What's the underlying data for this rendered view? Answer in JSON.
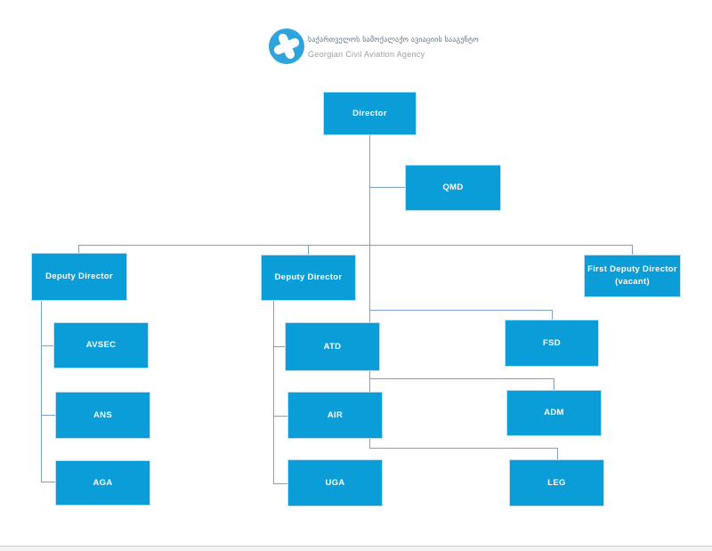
{
  "header": {
    "org_name_ka": "საქართველოს სამოქალაქო ავიაციის სააგენტო",
    "org_name_en": "Georgian Civil Aviation Agency",
    "logo_icon": "airplane-cross-icon"
  },
  "colors": {
    "node_fill": "#0A9DD8",
    "connector": "#7CA1C6",
    "logo_blue": "#2FA3DC"
  },
  "chart": {
    "type": "org-chart",
    "nodes": {
      "director": {
        "label": "Director"
      },
      "qmd": {
        "label": "QMD"
      },
      "deputy_director_left": {
        "label": "Deputy Director"
      },
      "deputy_director_middle": {
        "label": "Deputy Director"
      },
      "first_deputy_director": {
        "label": "First Deputy Director (vacant)",
        "line1": "First Deputy Director",
        "line2": "(vacant)"
      },
      "avsec": {
        "label": "AVSEC"
      },
      "ans": {
        "label": "ANS"
      },
      "aga": {
        "label": "AGA"
      },
      "atd": {
        "label": "ATD"
      },
      "air": {
        "label": "AIR"
      },
      "uga": {
        "label": "UGA"
      },
      "fsd": {
        "label": "FSD"
      },
      "adm": {
        "label": "ADM"
      },
      "leg": {
        "label": "LEG"
      }
    },
    "edges": [
      {
        "from": "director",
        "to": "qmd"
      },
      {
        "from": "director",
        "to": "deputy_director_left"
      },
      {
        "from": "director",
        "to": "deputy_director_middle"
      },
      {
        "from": "director",
        "to": "first_deputy_director"
      },
      {
        "from": "deputy_director_left",
        "to": "avsec"
      },
      {
        "from": "deputy_director_left",
        "to": "ans"
      },
      {
        "from": "deputy_director_left",
        "to": "aga"
      },
      {
        "from": "deputy_director_middle",
        "to": "atd"
      },
      {
        "from": "deputy_director_middle",
        "to": "air"
      },
      {
        "from": "deputy_director_middle",
        "to": "uga"
      },
      {
        "from": "director",
        "to": "fsd"
      },
      {
        "from": "director",
        "to": "adm"
      },
      {
        "from": "director",
        "to": "leg"
      }
    ]
  }
}
